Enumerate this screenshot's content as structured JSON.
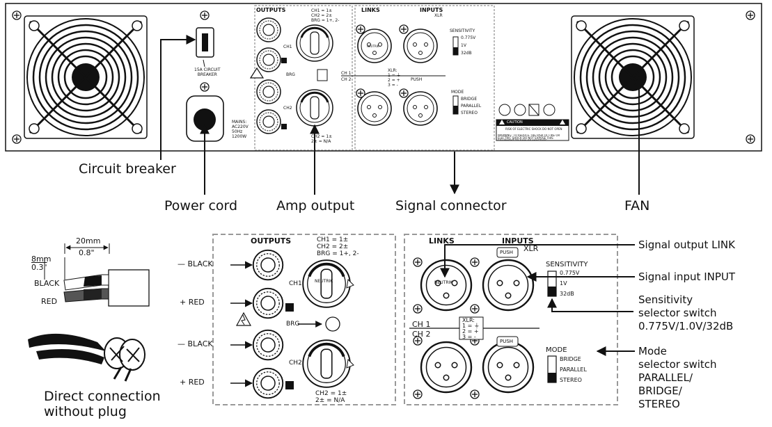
{
  "rear_panel": {
    "breaker_label": "15A CIRCUIT\nBREAKER",
    "mains": "MAINS:\nAC220V\n50Hz\n1200W",
    "outputs_title": "OUTPUTS",
    "links_title": "LINKS",
    "inputs_title": "INPUTS",
    "xlr": "XLR",
    "push": "PUSH",
    "brg": "BRG",
    "ch1": "CH1",
    "ch2": "CH2",
    "ch1_line": "CH 1",
    "ch2_line": "CH 2",
    "pin_top": "CH1 = 1±\nCH2 = 2±\nBRG = 1+, 2-",
    "pin_bottom": "CH2 = 1±\n2± = N/A",
    "xlr_pins": "XLR:\n1 = ⏚\n2 = +\n3 = -",
    "sensitivity": "SENSITIVITY",
    "sens_values": [
      "0.775V",
      "1V",
      "32dB"
    ],
    "mode": "MODE",
    "mode_values": [
      "BRIDGE",
      "PARALLEL",
      "STEREO"
    ],
    "neutrik": "NEUTRIK",
    "warning": "WARNING: TO REDUCE THE RISK OF FIRE OR ELECTRIC SHOCK DO NOT EXPOSE THIS EQUIPMENT TO RAIN OR MOISTURE",
    "caution": "CAUTION",
    "caution_text": "RISK OF ELECTRIC SHOCK DO NOT OPEN"
  },
  "callouts": {
    "circuit_breaker": "Circuit breaker",
    "power_cord": "Power cord",
    "amp_output": "Amp output",
    "signal_connector": "Signal connector",
    "fan": "FAN"
  },
  "wire": {
    "strip_mm": "8mm",
    "strip_in": "0.3\"",
    "len_mm": "20mm",
    "len_in": "0.8\"",
    "black": "BLACK",
    "red": "RED",
    "caption": "Direct connection\nwithout plug"
  },
  "detail_output": {
    "title": "OUTPUTS",
    "pin_top": "CH1 = 1±\nCH2 = 2±\nBRG = 1+, 2-",
    "pin_bottom": "CH2 = 1±\n2± = N/A",
    "ch1": "CH1",
    "ch2": "CH2",
    "brg": "BRG",
    "minus_black_1": "— BLACK",
    "plus_red_1": "+  RED",
    "minus_black_2": "— BLACK",
    "plus_red_2": "+  RED",
    "neutrik": "NEUTRIK"
  },
  "detail_input": {
    "links": "LINKS",
    "inputs": "INPUTS",
    "xlr": "XLR",
    "push": "PUSH",
    "sensitivity": "SENSITIVITY",
    "sens_values": [
      "0.775V",
      "1V",
      "32dB"
    ],
    "ch1": "CH 1",
    "ch2": "CH 2",
    "xlr_pins": "XLR:\n1 = ⏚\n2 = +\n3 = -",
    "mode": "MODE",
    "mode_values": [
      "BRIDGE",
      "PARALLEL",
      "STEREO"
    ],
    "neutrik": "NEUTRIK"
  },
  "right_callouts": {
    "signal_output": "Signal output LINK",
    "signal_input": "Signal input INPUT",
    "sensitivity": "Sensitivity\nselector switch\n0.775V/1.0V/32dB",
    "mode": "Mode\nselector switch\nPARALLEL/\nBRIDGE/\nSTEREO"
  }
}
